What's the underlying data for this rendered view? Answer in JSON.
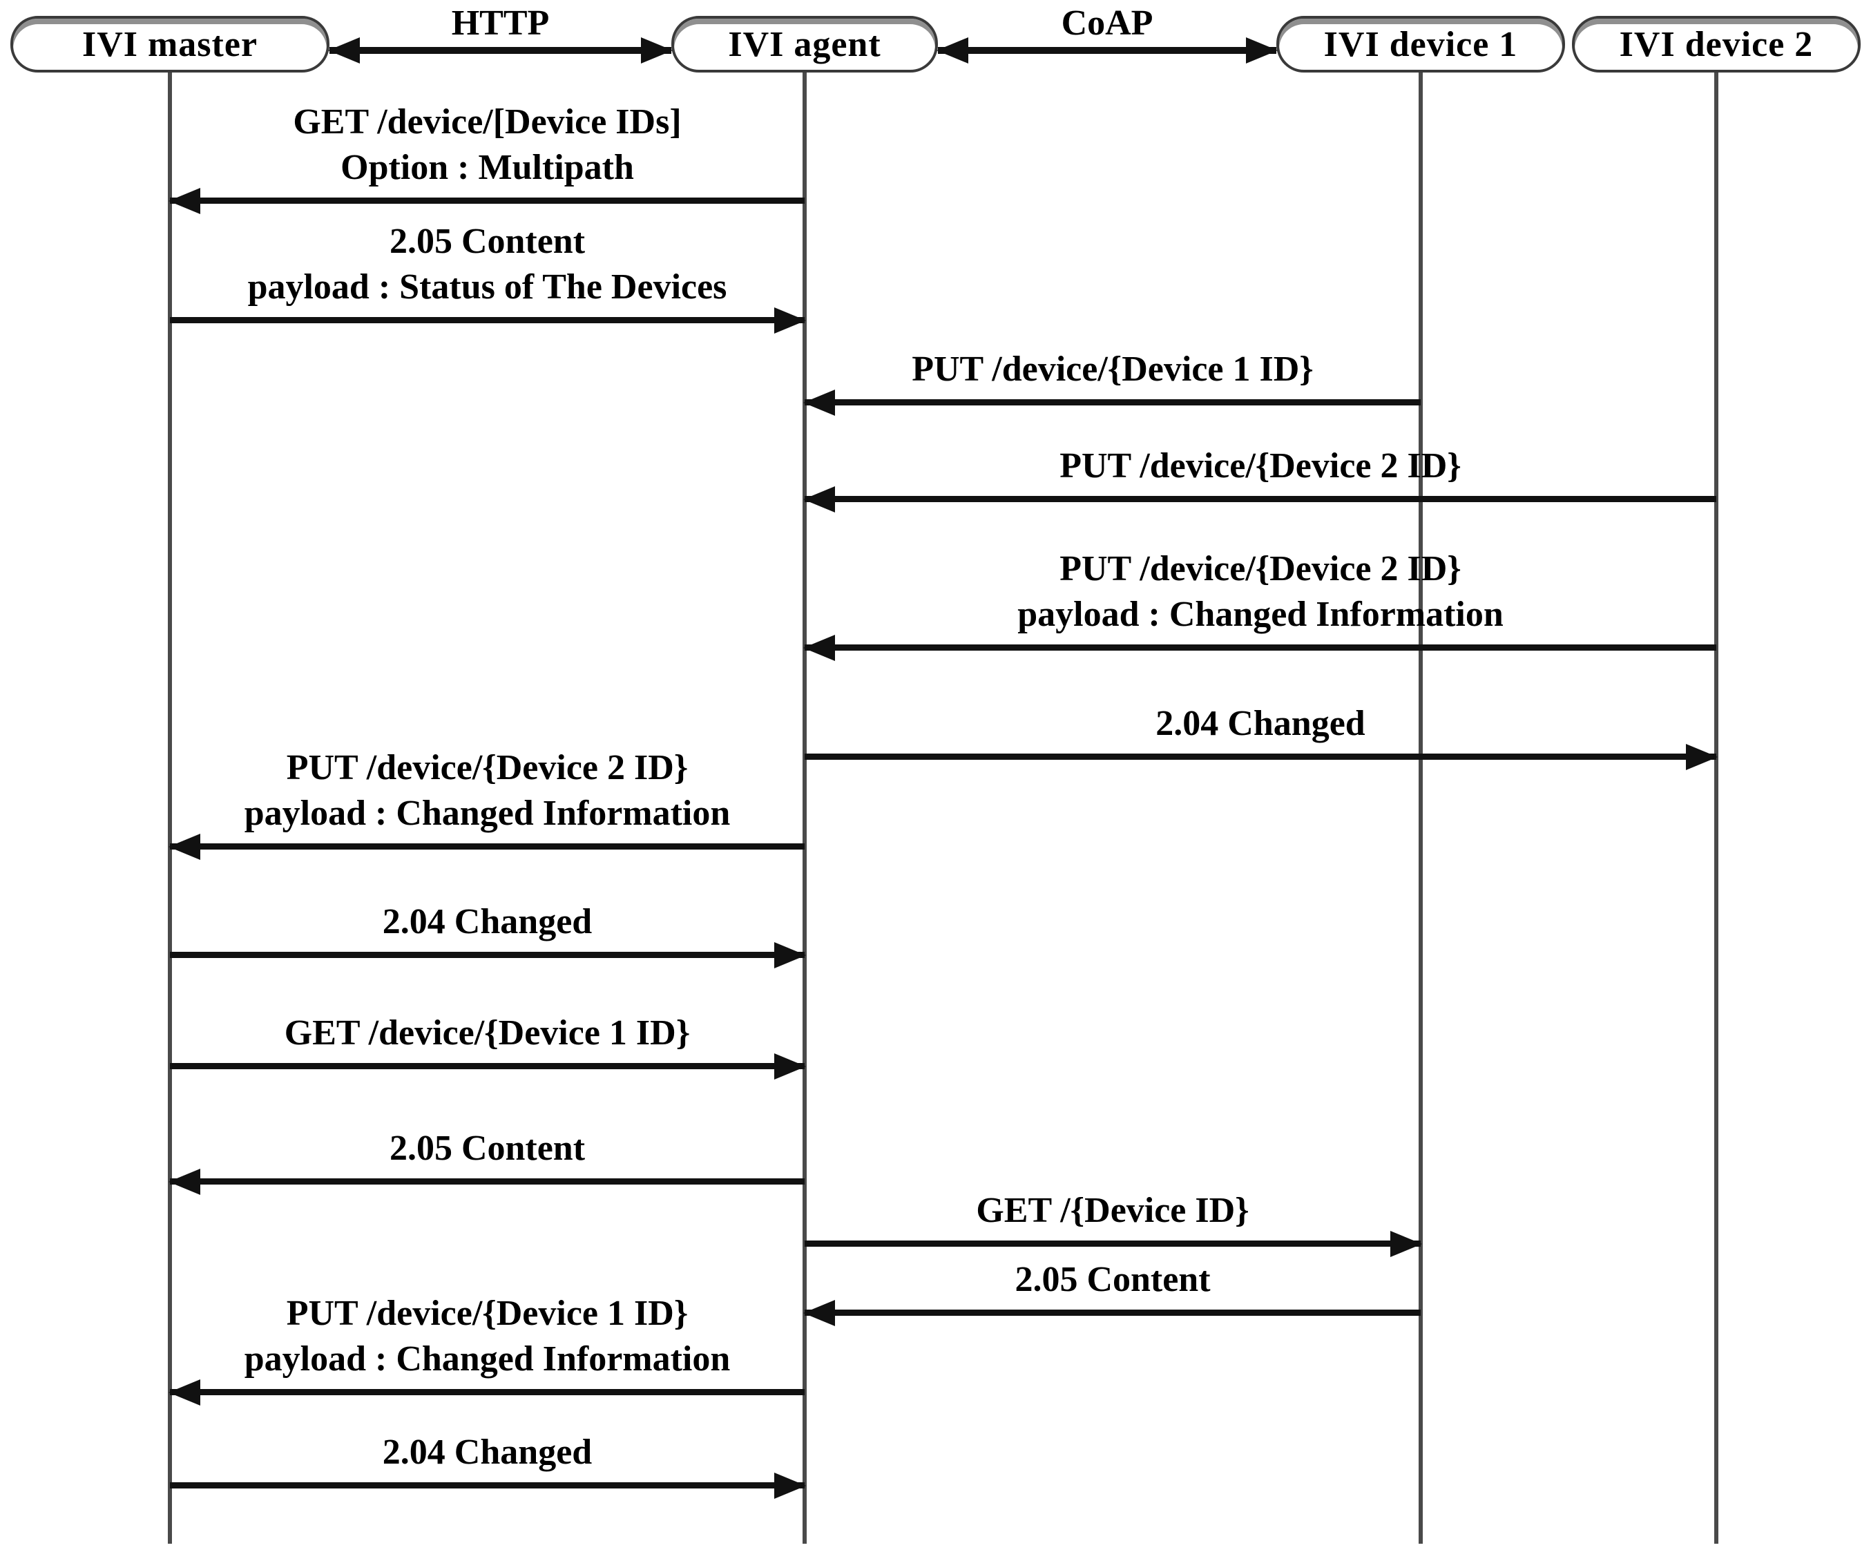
{
  "diagram": {
    "title_implicit": "IVI master / agent / device message sequence",
    "colors": {
      "background": "#ffffff",
      "arrow_line": "#111111",
      "lifeline": "#4a4a4a",
      "box_border": "#3a3a3a",
      "box_fill": "#ffffff",
      "box_top_shade": "#8f8f8f",
      "text": "#000000"
    },
    "actors": [
      {
        "id": "master",
        "label": "IVI master"
      },
      {
        "id": "agent",
        "label": "IVI agent"
      },
      {
        "id": "device1",
        "label": "IVI device 1"
      },
      {
        "id": "device2",
        "label": "IVI device 2"
      }
    ],
    "protocols": [
      {
        "label": "HTTP",
        "between": [
          "IVI master",
          "IVI agent"
        ]
      },
      {
        "label": "CoAP",
        "between": [
          "IVI agent",
          "IVI device 1"
        ]
      }
    ],
    "messages": [
      {
        "from": "IVI agent",
        "to": "IVI master",
        "lines": [
          "GET /device/[Device IDs]",
          "Option : Multipath"
        ]
      },
      {
        "from": "IVI master",
        "to": "IVI agent",
        "lines": [
          "2.05 Content",
          "payload : Status of The Devices"
        ]
      },
      {
        "from": "IVI device 1",
        "to": "IVI agent",
        "lines": [
          "PUT /device/{Device 1 ID}"
        ]
      },
      {
        "from": "IVI device 2",
        "to": "IVI agent",
        "lines": [
          "PUT /device/{Device 2 ID}"
        ]
      },
      {
        "from": "IVI device 2",
        "to": "IVI agent",
        "lines": [
          "PUT /device/{Device 2 ID}",
          "payload : Changed Information"
        ]
      },
      {
        "from": "IVI agent",
        "to": "IVI device 2",
        "lines": [
          "2.04 Changed"
        ]
      },
      {
        "from": "IVI agent",
        "to": "IVI master",
        "lines": [
          "PUT /device/{Device 2 ID}",
          "payload : Changed Information"
        ]
      },
      {
        "from": "IVI master",
        "to": "IVI agent",
        "lines": [
          "2.04 Changed"
        ]
      },
      {
        "from": "IVI master",
        "to": "IVI agent",
        "lines": [
          "GET /device/{Device 1 ID}"
        ]
      },
      {
        "from": "IVI agent",
        "to": "IVI master",
        "lines": [
          "2.05 Content"
        ]
      },
      {
        "from": "IVI agent",
        "to": "IVI device 1",
        "lines": [
          "GET /{Device ID}"
        ]
      },
      {
        "from": "IVI device 1",
        "to": "IVI agent",
        "lines": [
          "2.05 Content"
        ]
      },
      {
        "from": "IVI agent",
        "to": "IVI master",
        "lines": [
          "PUT /device/{Device 1 ID}",
          "payload : Changed Information"
        ]
      },
      {
        "from": "IVI master",
        "to": "IVI agent",
        "lines": [
          "2.04 Changed"
        ]
      }
    ]
  }
}
